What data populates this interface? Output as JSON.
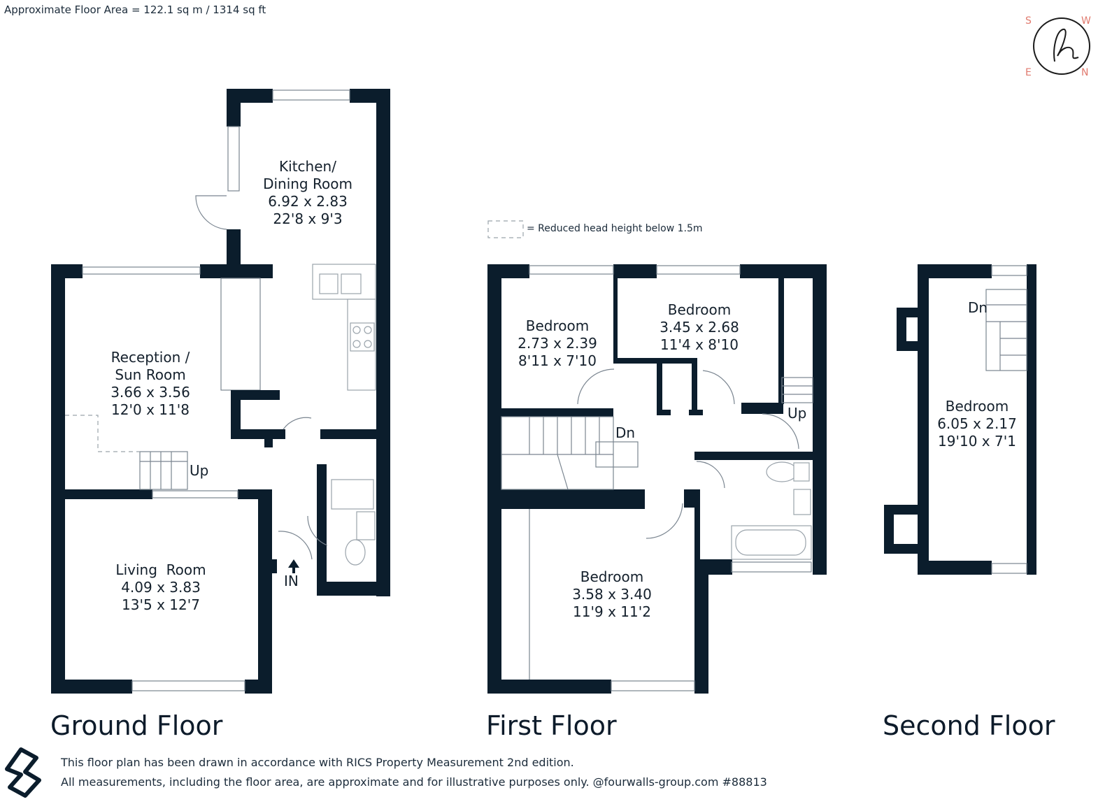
{
  "header": {
    "floor_area": "Approximate Floor Area = 122.1 sq m / 1314 sq ft"
  },
  "compass": {
    "s": "S",
    "w": "W",
    "e": "E",
    "n": "N"
  },
  "legend": {
    "text": "= Reduced head height below 1.5m"
  },
  "ground_floor": {
    "title": "Ground Floor",
    "kitchen": {
      "name_1": "Kitchen/",
      "name_2": "Dining Room",
      "metric": "6.92 x 2.83",
      "imperial": "22'8 x 9'3"
    },
    "reception": {
      "name_1": "Reception /",
      "name_2": "Sun Room",
      "metric": "3.66 x 3.56",
      "imperial": "12'0 x 11'8"
    },
    "living": {
      "name": "Living  Room",
      "metric": "4.09 x 3.83",
      "imperial": "13'5 x 12'7"
    },
    "stairs_label": "Up",
    "entrance_label": "IN"
  },
  "first_floor": {
    "title": "First Floor",
    "bedroom_a": {
      "name": "Bedroom",
      "metric": "2.73 x 2.39",
      "imperial": "8'11 x 7'10"
    },
    "bedroom_b": {
      "name": "Bedroom",
      "metric": "3.45 x 2.68",
      "imperial": "11'4 x 8'10"
    },
    "bedroom_c": {
      "name": "Bedroom",
      "metric": "3.58 x 3.40",
      "imperial": "11'9 x 11'2"
    },
    "stairs_down": "Dn",
    "stairs_up": "Up"
  },
  "second_floor": {
    "title": "Second Floor",
    "bedroom": {
      "name": "Bedroom",
      "metric": "6.05 x 2.17",
      "imperial": "19'10 x 7'1"
    },
    "stairs_down": "Dn"
  },
  "footer": {
    "line_1": "This floor plan has been drawn in accordance with RICS Property Measurement 2nd edition.",
    "line_2": "All measurements, including the floor area, are approximate and for illustrative purposes only. @fourwalls-group.com #88813"
  },
  "colors": {
    "wall": "#0b1d2c",
    "compass_accent": "#e07a6e"
  }
}
